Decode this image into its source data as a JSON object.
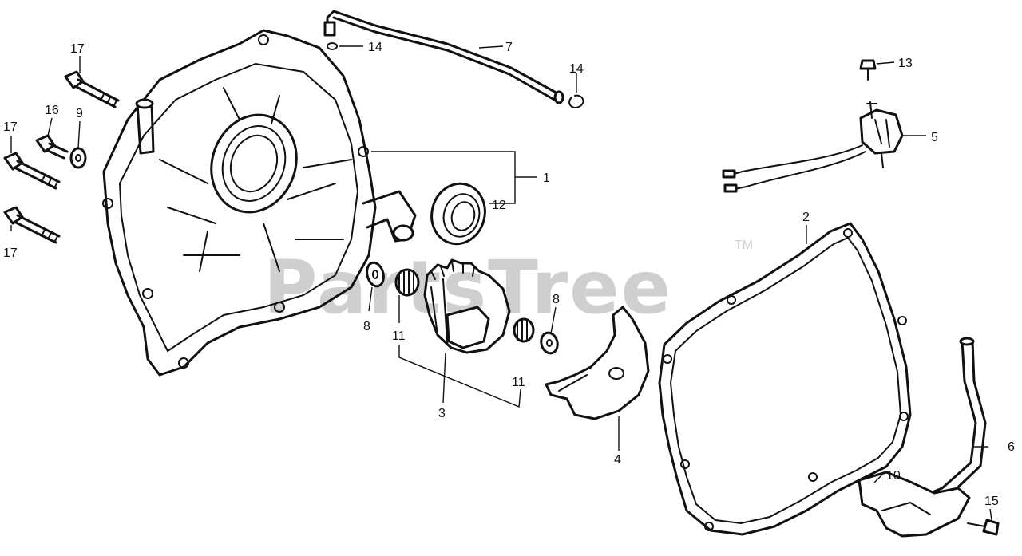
{
  "watermark": {
    "text": "PartsTree",
    "tm": "TM"
  },
  "callouts": {
    "c1": "1",
    "c2": "2",
    "c3": "3",
    "c4": "4",
    "c5": "5",
    "c6": "6",
    "c7": "7",
    "c8a": "8",
    "c8b": "8",
    "c9": "9",
    "c10": "10",
    "c11a": "11",
    "c11b": "11",
    "c12": "12",
    "c13": "13",
    "c14a": "14",
    "c14b": "14",
    "c15": "15",
    "c16": "16",
    "c17a": "17",
    "c17b": "17",
    "c17c": "17"
  }
}
